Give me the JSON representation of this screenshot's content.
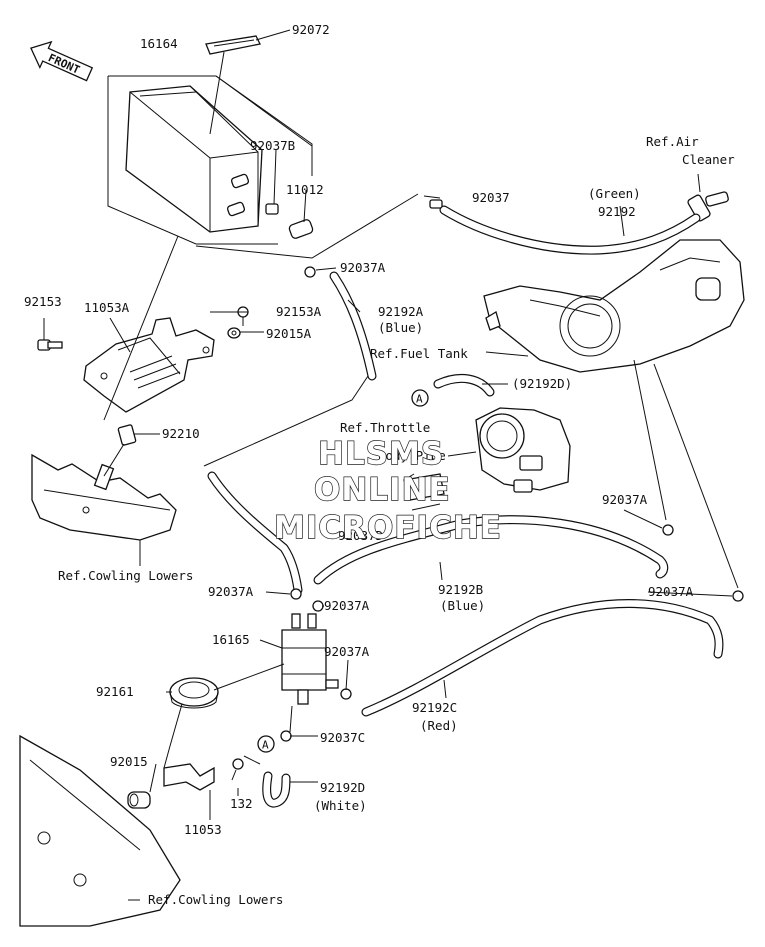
{
  "front_arrow": "FRONT",
  "callouts": [
    {
      "id": "c-16164",
      "text": "16164"
    },
    {
      "id": "c-92072",
      "text": "92072"
    },
    {
      "id": "c-92037B",
      "text": "92037B"
    },
    {
      "id": "c-11012",
      "text": "11012"
    },
    {
      "id": "c-92037-top",
      "text": "92037"
    },
    {
      "id": "c-ref-air",
      "text": "Ref.Air"
    },
    {
      "id": "c-cleaner",
      "text": "Cleaner"
    },
    {
      "id": "c-green",
      "text": "(Green)"
    },
    {
      "id": "c-92192",
      "text": "92192"
    },
    {
      "id": "c-92037A-1",
      "text": "92037A"
    },
    {
      "id": "c-92153",
      "text": "92153"
    },
    {
      "id": "c-11053A",
      "text": "11053A"
    },
    {
      "id": "c-92153A",
      "text": "92153A"
    },
    {
      "id": "c-92192A",
      "text": "92192A"
    },
    {
      "id": "c-blue-1",
      "text": "(Blue)"
    },
    {
      "id": "c-92015A",
      "text": "92015A"
    },
    {
      "id": "c-ref-fuel-tank",
      "text": "Ref.Fuel Tank"
    },
    {
      "id": "c-92192D-paren",
      "text": "(92192D)"
    },
    {
      "id": "c-ref-throttle",
      "text": "Ref.Throttle"
    },
    {
      "id": "c-body-pipe",
      "text": "Body Pipe"
    },
    {
      "id": "c-92210",
      "text": "92210"
    },
    {
      "id": "c-92037A-2",
      "text": "92037A"
    },
    {
      "id": "c-92037D",
      "text": "92037D"
    },
    {
      "id": "c-ref-cowling-1",
      "text": "Ref.Cowling Lowers"
    },
    {
      "id": "c-92037A-3",
      "text": "92037A"
    },
    {
      "id": "c-92037A-4",
      "text": "92037A"
    },
    {
      "id": "c-92192B",
      "text": "92192B"
    },
    {
      "id": "c-blue-2",
      "text": "(Blue)"
    },
    {
      "id": "c-92037A-5",
      "text": "92037A"
    },
    {
      "id": "c-16165",
      "text": "16165"
    },
    {
      "id": "c-92037A-6",
      "text": "92037A"
    },
    {
      "id": "c-92161",
      "text": "92161"
    },
    {
      "id": "c-92192C",
      "text": "92192C"
    },
    {
      "id": "c-red",
      "text": "(Red)"
    },
    {
      "id": "c-92037C",
      "text": "92037C"
    },
    {
      "id": "c-92015",
      "text": "92015"
    },
    {
      "id": "c-92192D",
      "text": "92192D"
    },
    {
      "id": "c-white",
      "text": "(White)"
    },
    {
      "id": "c-132",
      "text": "132"
    },
    {
      "id": "c-11053",
      "text": "11053"
    },
    {
      "id": "c-ref-cowling-2",
      "text": "Ref.Cowling Lowers"
    }
  ],
  "connector_marks": [
    {
      "id": "mark-a-1",
      "text": "A"
    },
    {
      "id": "mark-a-2",
      "text": "A"
    }
  ],
  "watermark": {
    "line1": "HLSMS",
    "line2": "ONLINE",
    "line3": "MICROFICHE"
  }
}
